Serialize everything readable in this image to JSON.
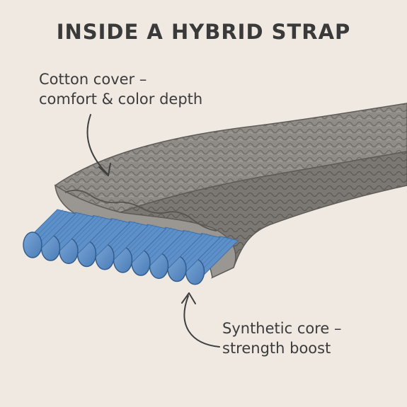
{
  "title": "INSIDE A HYBRID STRAP",
  "labels": {
    "cover": {
      "line1": "Cotton cover –",
      "line2": "comfort & color depth"
    },
    "core": {
      "line1": "Synthetic core –",
      "line2": "strength boost"
    }
  },
  "colors": {
    "background": "#efe9e2",
    "cover": "#8e8b87",
    "cover_edge": "#6f6c68",
    "core": "#5d8fc8",
    "core_dark": "#3f6fa5",
    "text": "#3a3a3a"
  },
  "core_strand_count": 10
}
